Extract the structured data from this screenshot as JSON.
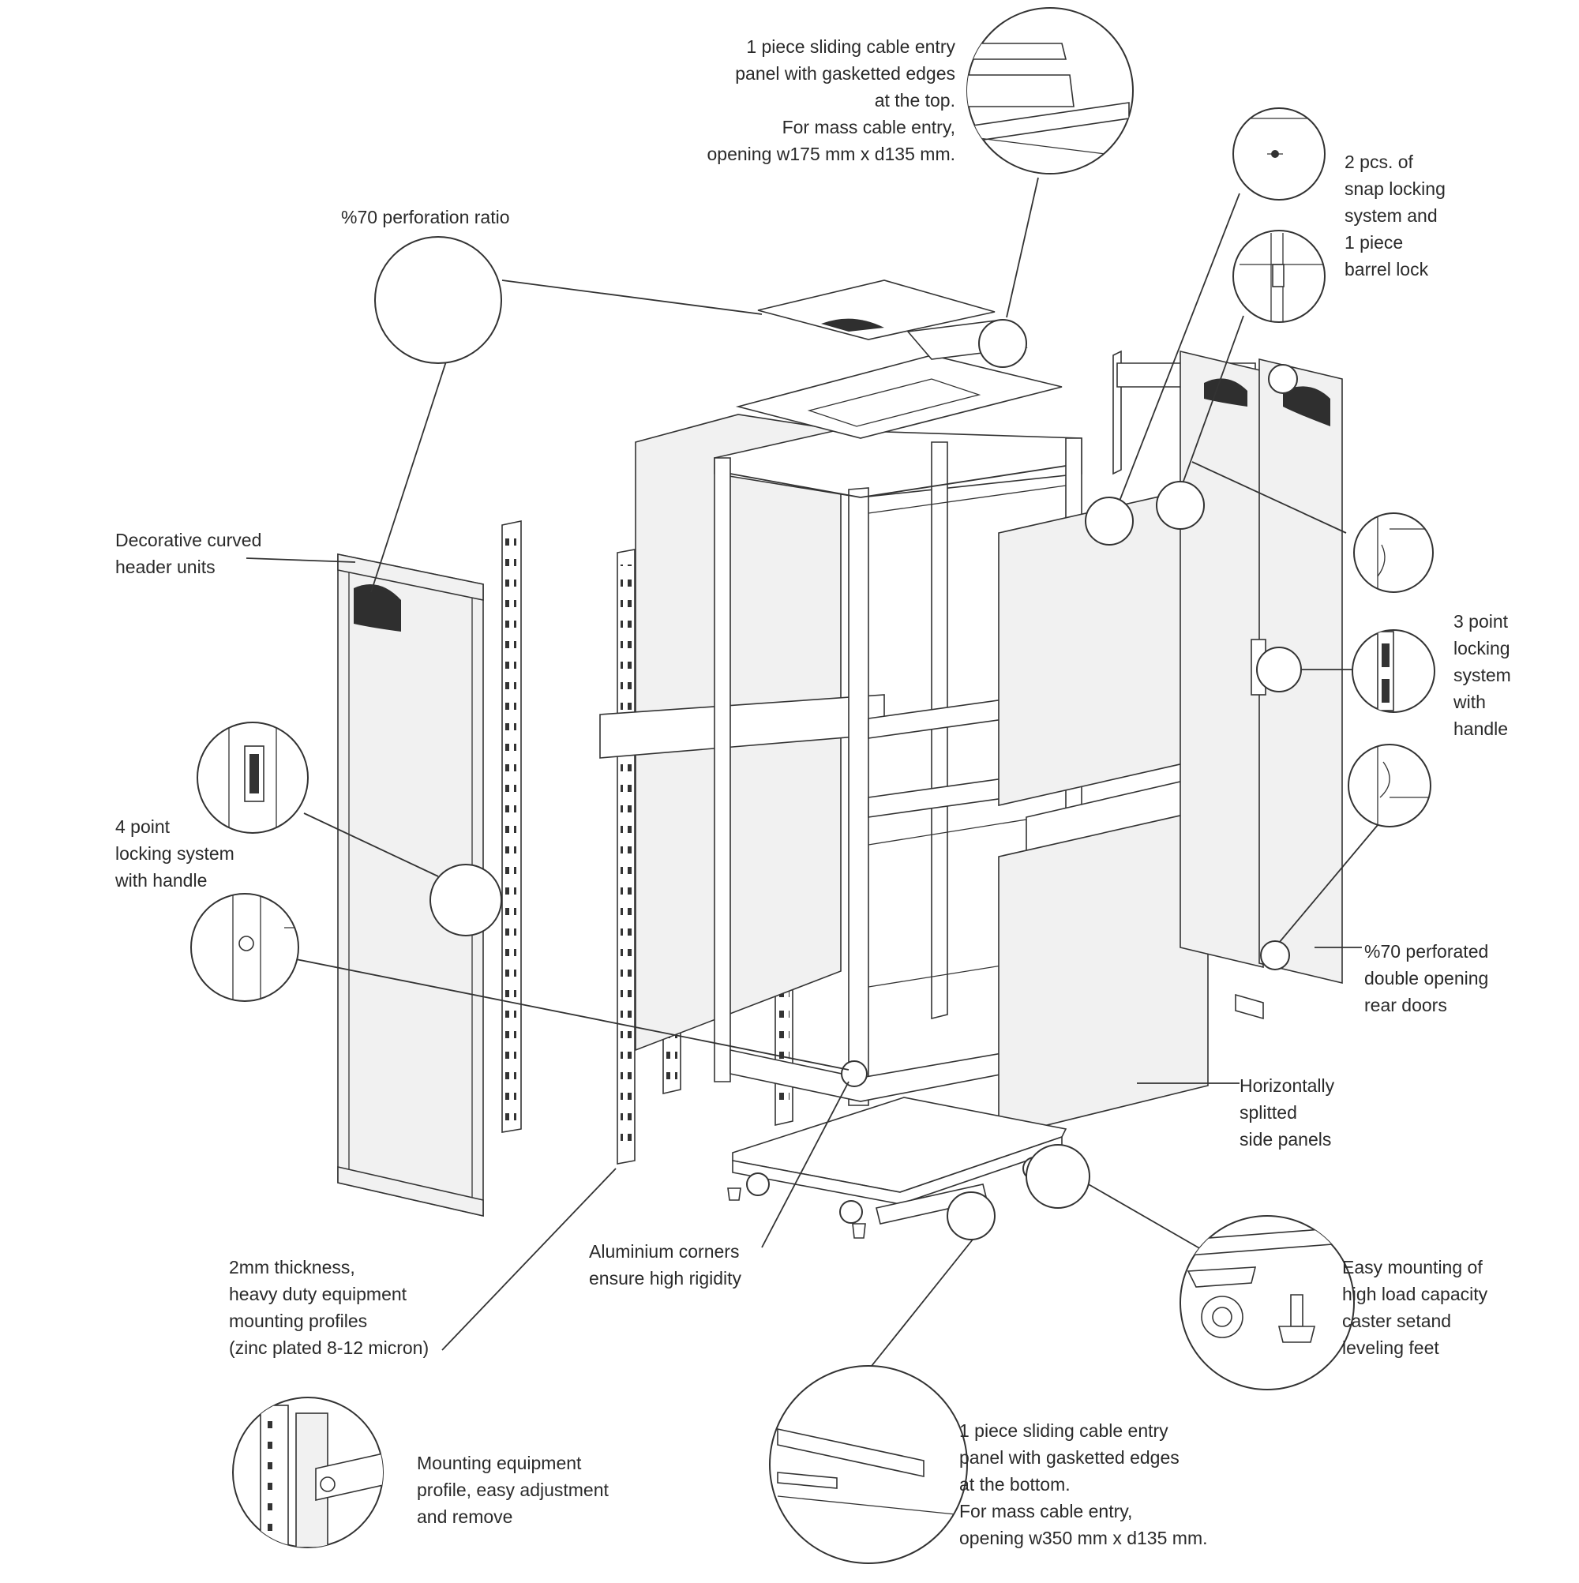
{
  "colors": {
    "line": "#333333",
    "text": "#2a2a2a",
    "panel_fill": "#f1f1f1",
    "background": "#ffffff"
  },
  "callouts": {
    "top_cable_entry": "1 piece sliding cable entry\npanel with gasketted edges\nat the top.\nFor mass cable entry,\nopening w175 mm x d135 mm.",
    "perforation_ratio": "%70 perforation ratio",
    "snap_locking": "2 pcs. of\nsnap locking\nsystem and\n1 piece\nbarrel lock",
    "decorative_header": "Decorative curved\nheader units",
    "three_point_locking": "3 point\nlocking\nsystem\nwith\nhandle",
    "four_point_locking": "4 point\nlocking system\nwith handle",
    "perforated_rear_doors": "%70 perforated\ndouble opening\nrear doors",
    "split_side_panels": "Horizontally\nsplitted\nside panels",
    "aluminium_corners": "Aluminium corners\nensure high rigidity",
    "mounting_profiles": "2mm thickness,\nheavy duty equipment\nmounting profiles\n(zinc plated 8-12 micron)",
    "caster_set": "Easy mounting of\nhigh load capacity\ncaster setand\nleveling feet",
    "mounting_equipment_profile": "Mounting equipment\nprofile, easy adjustment\nand remove",
    "bottom_cable_entry": "1 piece sliding cable entry\npanel with gasketted edges\nat the bottom.\nFor mass cable entry,\nopening w350 mm x d135 mm."
  }
}
